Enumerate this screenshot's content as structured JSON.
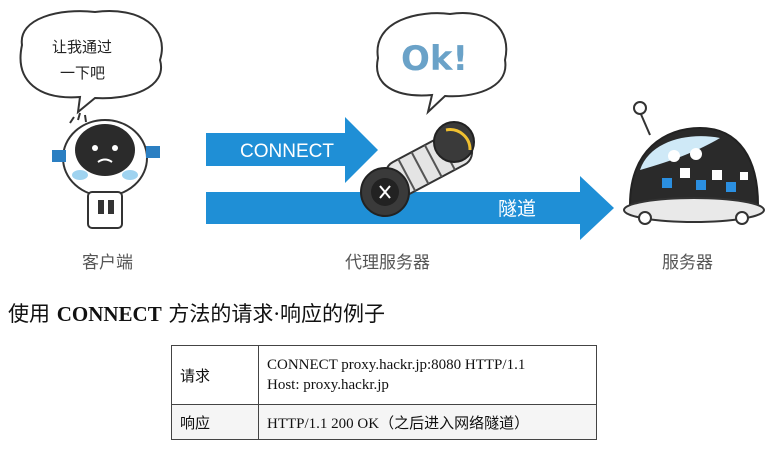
{
  "figure": {
    "client_speech_line1": "让我通过",
    "client_speech_line2": "一下吧",
    "proxy_speech": "Ok!",
    "arrow_top_label": "CONNECT",
    "arrow_bottom_label": "隧道",
    "client_label": "客户端",
    "proxy_label": "代理服务器",
    "server_label": "服务器",
    "arrow_color": "#1f8fd6"
  },
  "caption": {
    "prefix": "使用 ",
    "bold": "CONNECT",
    "suffix": " 方法的请求·响应的例子"
  },
  "table": {
    "request_label": "请求",
    "request_line1": "CONNECT proxy.hackr.jp:8080 HTTP/1.1",
    "request_line2": "Host: proxy.hackr.jp",
    "response_label": "响应",
    "response_value": "HTTP/1.1 200 OK（之后进入网络隧道）"
  }
}
